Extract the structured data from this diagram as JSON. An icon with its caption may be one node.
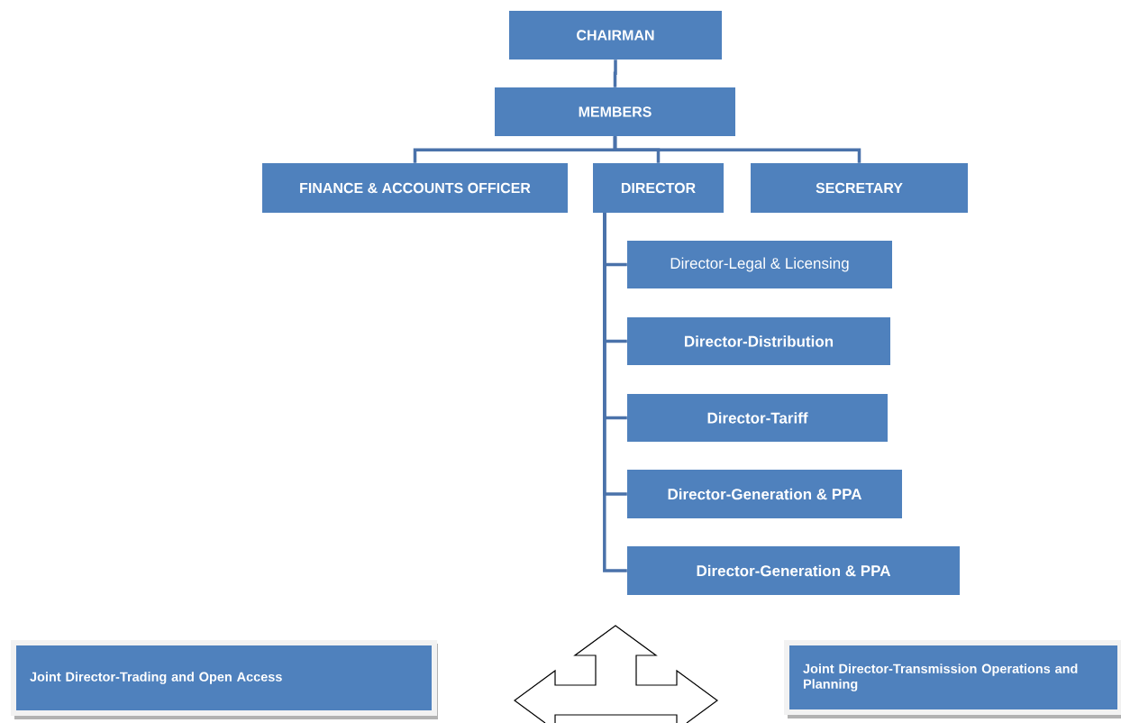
{
  "diagram": {
    "nodes": [
      {
        "text": [
          "CHAIRMAN"
        ]
      },
      {
        "text": [
          "MEMBERS"
        ]
      },
      {
        "text": [
          "FINANCE & ACCOUNTS OFFICER"
        ]
      },
      {
        "text": [
          "DIRECTOR"
        ]
      },
      {
        "text": [
          "SECRETARY"
        ]
      },
      {
        "text": [
          "Director-Legal & Licensing"
        ]
      },
      {
        "text": [
          "Director-Distribution"
        ]
      },
      {
        "text": [
          "Director-Tariff"
        ]
      },
      {
        "text": [
          "Director-Generation & PPA"
        ]
      },
      {
        "text": [
          "Director-Generation & PPA"
        ]
      },
      {
        "text": [
          "Joint Director-Trading and Open Access"
        ]
      },
      {
        "text": [
          "Joint Director-Transmission Operations and Planning"
        ]
      }
    ],
    "edges": [
      {
        "from": 0,
        "to": 1,
        "arrow": "none"
      },
      {
        "from": 1,
        "to": 2,
        "arrow": "none"
      },
      {
        "from": 1,
        "to": 3,
        "arrow": "none"
      },
      {
        "from": 1,
        "to": 4,
        "arrow": "none"
      },
      {
        "from": 3,
        "to": 5,
        "arrow": "none"
      },
      {
        "from": 3,
        "to": 6,
        "arrow": "none"
      },
      {
        "from": 3,
        "to": 7,
        "arrow": "none"
      },
      {
        "from": 3,
        "to": 8,
        "arrow": "none"
      },
      {
        "from": 3,
        "to": 9,
        "arrow": "none"
      }
    ]
  }
}
